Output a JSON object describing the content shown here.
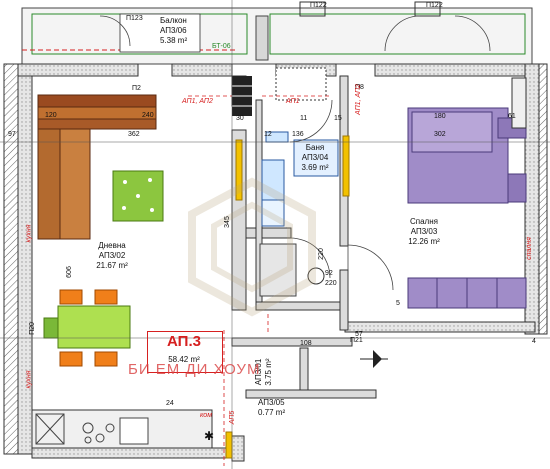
{
  "rooms": {
    "balcony": {
      "name": "Балкон",
      "code": "АП3/06",
      "area": "5.38 m²"
    },
    "living": {
      "name": "Дневна",
      "code": "АП3/02",
      "area": "21.67 m²"
    },
    "bath": {
      "name": "Баня",
      "code": "АП3/04",
      "area": "3.69 m²"
    },
    "bedroom": {
      "name": "Спалня",
      "code": "АП3/03",
      "area": "12.26 m²"
    },
    "storage": {
      "code": "АП3/05",
      "area": "0.77 m²"
    },
    "corridor": {
      "code": "АП3/01",
      "area": "3.75 m²"
    }
  },
  "apartment": {
    "label": "АП.3",
    "area": "58.42 m²"
  },
  "watermark": "БИ ЕМ ДИ ХОУМ",
  "point_labels": {
    "p123": "П123",
    "p122a": "П122",
    "p122b": "П122",
    "p2": "П2",
    "p8": "П8",
    "p20": "П20",
    "p21": "П21"
  },
  "tags": {
    "bt_balcony": "БТ-06",
    "ap1_left": "АП1, АП2",
    "ap1_right": "АП1",
    "ap1_side": "АП1, АП2",
    "ap1_bottom_a": "ком",
    "ap1_bottom_b": "АП5",
    "side_left_a": "кухня",
    "side_left_b": "кухня",
    "side_right": "спалня"
  },
  "dimensions": {
    "d120": "120",
    "d240": "240",
    "d362": "362",
    "d180": "180",
    "d302": "302",
    "d61": "61",
    "d136": "136",
    "d12": "12",
    "d92": "92",
    "d220": "220",
    "d220b": "220",
    "d57": "57",
    "d108": "108",
    "d606": "606",
    "d345": "345",
    "d97": "97",
    "d30": "30",
    "d11": "11",
    "d15": "15",
    "d5": "5",
    "d4": "4",
    "d24": "24"
  }
}
